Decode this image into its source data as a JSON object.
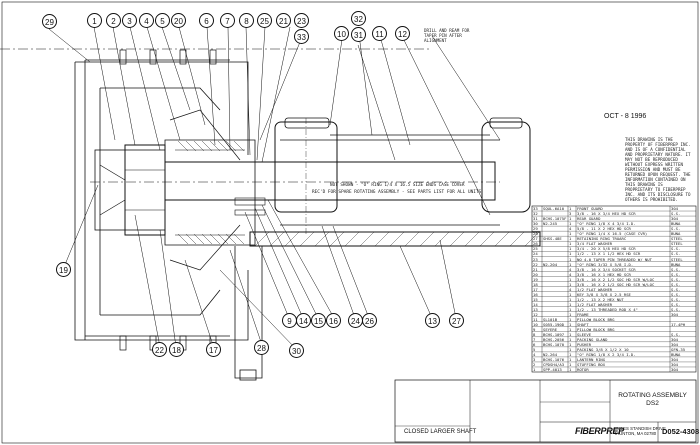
{
  "drawing": {
    "drill_note": "DRILL AND REAM FOR TAPER PIN AFTER ALIGNMENT",
    "date_stamp": "OCT - 8 1996",
    "proprietary_notice": "THIS DRAWING IS THE PROPERTY OF FIBERPREP INC. AND IS OF A CONFIDENTIAL AND PROPRIETARY NATURE. IT MAY NOT BE REPRODUCED WITHOUT EXPRESS WRITTEN PERMISSION AND MUST BE RETURNED UPON REQUEST. THE INFORMATION CONTAINED ON THIS DRAWING IS PROPRIETARY TO FIBERPREP INC. AND ITS DISCLOSURE TO OTHERS IS PROHIBITED.",
    "not_shown_note": "NOT SHOWN - \"O\" RING 1/4 X 16.5 SIZE ENDS CASE COVER",
    "spare_parts_note": "REC'D FOR SPARE ROTATING ASSEMBLY - SEE PARTS LIST FOR ALL UNITS"
  },
  "balloons": {
    "top": [
      "29",
      "1",
      "2",
      "3",
      "4",
      "5",
      "20",
      "6",
      "7",
      "8",
      "25",
      "21",
      "23",
      "33",
      "10",
      "32",
      "31",
      "11",
      "12"
    ],
    "bottom": [
      "19",
      "22",
      "18",
      "17",
      "28",
      "30",
      "9",
      "14",
      "15",
      "16",
      "24",
      "26",
      "13",
      "27"
    ]
  },
  "parts_list": {
    "rows": [
      {
        "item": "33",
        "part": "SQUL-6A10",
        "qty": "1",
        "desc": "FRONT GUARD",
        "mat": "304"
      },
      {
        "item": "32",
        "part": "",
        "qty": "3",
        "desc": "3/8 - 16 X 3/4 HEX HD SCR",
        "mat": "S.S."
      },
      {
        "item": "31",
        "part": "BCHS-1075F",
        "qty": "1",
        "desc": "REAR GUARD",
        "mat": "304"
      },
      {
        "item": "30",
        "part": "N2-245",
        "qty": "1",
        "desc": "\"O\" RING 1/8 X 4 3/4 I.D.",
        "mat": "BUNA"
      },
      {
        "item": "29",
        "part": "",
        "qty": "4",
        "desc": "5/8 - 11 X 2 HEX HD SCR",
        "mat": "S.S."
      },
      {
        "item": "28",
        "part": "",
        "qty": "1",
        "desc": "\"O\" RING 1/4 X 16.5 (CASE CVR)",
        "mat": "BUNA"
      },
      {
        "item": "27",
        "part": "SHSS-48E",
        "qty": "1",
        "desc": "RETAINING RING TRUARC",
        "mat": "STEEL"
      },
      {
        "item": "26",
        "part": "",
        "qty": "1",
        "desc": "3/4 FLAT WASHER",
        "mat": "STEEL"
      },
      {
        "item": "25",
        "part": "",
        "qty": "1",
        "desc": "3/4 - 20 X 5/8 HEX HD SCR",
        "mat": "S.S."
      },
      {
        "item": "24",
        "part": "",
        "qty": "1",
        "desc": "1/2 - 13 X 1 1/2 HEX HD SCR",
        "mat": "S.S."
      },
      {
        "item": "23",
        "part": "",
        "qty": "1",
        "desc": "NO 4-0 TAPER PIN THREADED W/ NUT",
        "mat": "STEEL"
      },
      {
        "item": "22",
        "part": "N2-204",
        "qty": "1",
        "desc": "\"O\" RING 3/32 X 5/8 I.D.",
        "mat": "BUNA"
      },
      {
        "item": "21",
        "part": "",
        "qty": "4",
        "desc": "3/8 - 16 X 3/4 SOCKET SCR",
        "mat": "S.S."
      },
      {
        "item": "20",
        "part": "",
        "qty": "4",
        "desc": "3/8 - 16 X 1 HEX HD SCR",
        "mat": "S.S."
      },
      {
        "item": "19",
        "part": "",
        "qty": "1",
        "desc": "3/8 - 16 X 2 1/2 SOC HD SCR W/LOC",
        "mat": "S.S."
      },
      {
        "item": "18",
        "part": "",
        "qty": "1",
        "desc": "3/8 - 16 X 2 1/2 SOC HD SCR W/LOC",
        "mat": "S.S."
      },
      {
        "item": "17",
        "part": "",
        "qty": "4",
        "desc": "1/2 FLAT WASHER",
        "mat": "S.S."
      },
      {
        "item": "16",
        "part": "",
        "qty": "1",
        "desc": "KEY 3/8 X 3/8 X 2.5 RSE",
        "mat": "S.S."
      },
      {
        "item": "15",
        "part": "",
        "qty": "1",
        "desc": "1/2 - 13 X 2 HEX NUT",
        "mat": "S.S."
      },
      {
        "item": "14",
        "part": "",
        "qty": "1",
        "desc": "1/2 FLAT WASHER",
        "mat": "S.S."
      },
      {
        "item": "13",
        "part": "",
        "qty": "1",
        "desc": "1/2 - 13 THREADED ROD X 4\"",
        "mat": "S.S."
      },
      {
        "item": "12",
        "part": "",
        "qty": "1",
        "desc": "FRAME",
        "mat": "304"
      },
      {
        "item": "11",
        "part": "SL101B",
        "qty": "1",
        "desc": "PILLOW BLOCK BRG",
        "mat": ""
      },
      {
        "item": "10",
        "part": "S055-190D",
        "qty": "1",
        "desc": "SHAFT",
        "mat": "17-4PH"
      },
      {
        "item": "9",
        "part": "SEYERE",
        "qty": "1",
        "desc": "PILLOW BLOCK BRG",
        "mat": ""
      },
      {
        "item": "8",
        "part": "BCHS-1097",
        "qty": "1",
        "desc": "SLEEVE",
        "mat": "S.S."
      },
      {
        "item": "7",
        "part": "BCHS-2056",
        "qty": "1",
        "desc": "PACKING GLAND",
        "mat": "304"
      },
      {
        "item": "6",
        "part": "BCHS-1070",
        "qty": "1",
        "desc": "PUSHER",
        "mat": "304"
      },
      {
        "item": "5",
        "part": "",
        "qty": "1",
        "desc": "PACKING 3/8 X 1/2 X 10",
        "mat": "GFN-35"
      },
      {
        "item": "4",
        "part": "N2-264",
        "qty": "1",
        "desc": "\"O\" RING 1/8 X 2 3/4 I.D.",
        "mat": "BUNA"
      },
      {
        "item": "3",
        "part": "BCHS-1076",
        "qty": "1",
        "desc": "LANTERN RING",
        "mat": "304"
      },
      {
        "item": "2",
        "part": "CPDSH4/A3",
        "qty": "1",
        "desc": "STUFFING BOX",
        "mat": "304"
      },
      {
        "item": "1",
        "part": "SPP-4013",
        "qty": "1",
        "desc": "ROTOR",
        "mat": "304"
      }
    ]
  },
  "title_block": {
    "drawing_title_line1": "ROTATING ASSEMBLY",
    "drawing_title_line2": "DS2",
    "logo_text": "FIBERPREP",
    "address_line1": "WALES STANDISH DRIVE",
    "address_line2": "TAUNTON, MA 02780",
    "drawing_number": "D052-4308",
    "revision_note": "CLOSED LARGER SHAFT"
  }
}
